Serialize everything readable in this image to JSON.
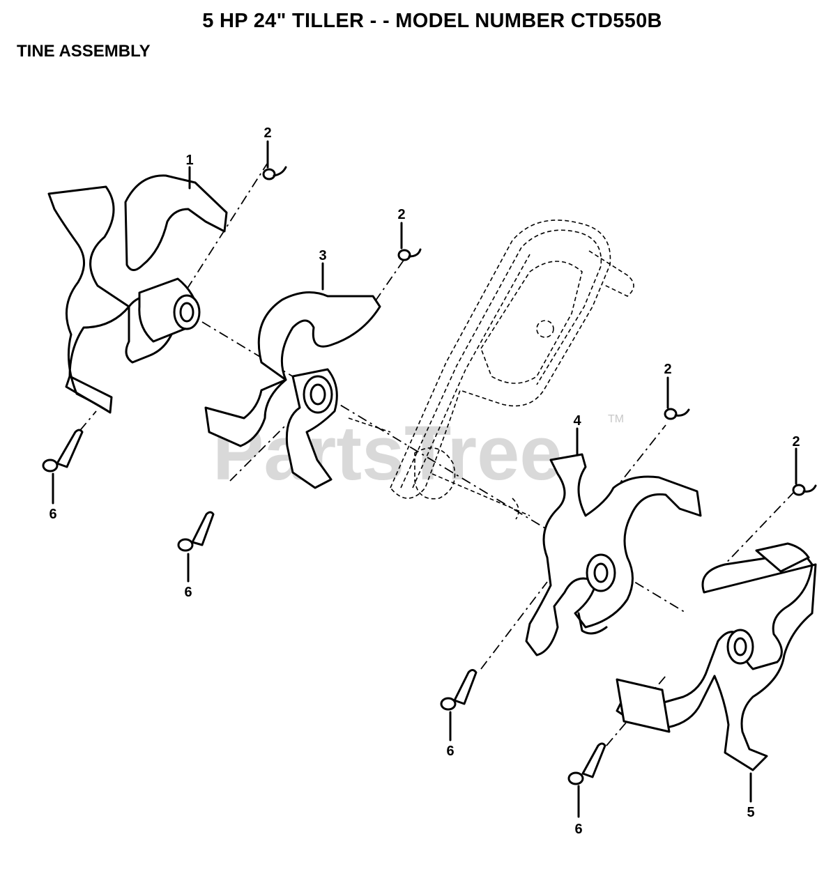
{
  "header": {
    "title": "5 HP 24\" TILLER - - MODEL NUMBER CTD550B",
    "subtitle": "TINE ASSEMBLY"
  },
  "watermark": {
    "text": "PartsTree",
    "tm": "TM"
  },
  "callouts": {
    "c1": "1",
    "c2a": "2",
    "c2b": "2",
    "c2c": "2",
    "c2d": "2",
    "c3": "3",
    "c4": "4",
    "c5": "5",
    "c6a": "6",
    "c6b": "6",
    "c6c": "6",
    "c6d": "6"
  }
}
